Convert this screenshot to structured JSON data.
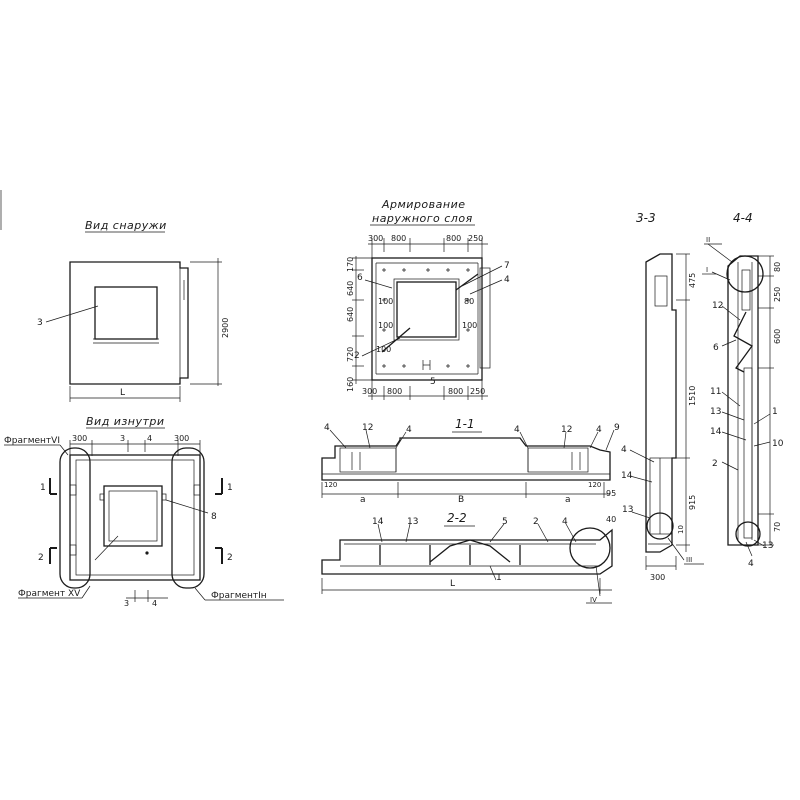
{
  "views": {
    "outside": {
      "title": "Вид снаружи",
      "callout": "3",
      "height_dim": "2900",
      "width_label": "L"
    },
    "inside": {
      "title": "Вид изнутри",
      "dims": {
        "left": "300",
        "right": "300",
        "mid_a": "3",
        "mid_b": "4",
        "bot_a": "3",
        "bot_b": "4"
      },
      "fragments": {
        "tl": "ФрагментVI",
        "bl": "Фрагмент XV",
        "br": "ФрагментIн"
      },
      "section_marks": {
        "s1_left": "1",
        "s1_right": "1",
        "s2_left": "2",
        "s2_right": "2"
      },
      "callout": "8"
    }
  },
  "reinforcement": {
    "title_line1": "Армирование",
    "title_line2": "наружного слоя",
    "dims_top": [
      "300",
      "800",
      "800",
      "250"
    ],
    "dims_bottom": [
      "300",
      "800",
      "800",
      "250"
    ],
    "dims_left": [
      "170",
      "640",
      "640",
      "720",
      "160"
    ],
    "dims_inner": [
      "100",
      "100",
      "100",
      "80",
      "100"
    ],
    "callouts": [
      "6",
      "7",
      "4",
      "2",
      "5"
    ]
  },
  "sections": {
    "s11": {
      "label": "1-1",
      "callouts": [
        "4",
        "12",
        "4",
        "4",
        "12",
        "4",
        "9"
      ],
      "dims": [
        "a",
        "B",
        "a",
        "120",
        "120",
        "95"
      ]
    },
    "s22": {
      "label": "2-2",
      "callouts": [
        "14",
        "13",
        "5",
        "2",
        "4",
        "40",
        "1"
      ],
      "length": "L",
      "fragment": "IV"
    },
    "s33": {
      "label": "3-3",
      "dims": [
        "475",
        "1510",
        "915",
        "10",
        "300"
      ],
      "callouts": [
        "4",
        "14",
        "13"
      ],
      "fragment": "III"
    },
    "s44": {
      "label": "4-4",
      "dims": [
        "80",
        "250",
        "600",
        "70"
      ],
      "callouts": [
        "1",
        "12",
        "6",
        "11",
        "13",
        "14",
        "10",
        "2",
        "4",
        "13"
      ],
      "fragments": [
        "II",
        "I"
      ]
    }
  }
}
